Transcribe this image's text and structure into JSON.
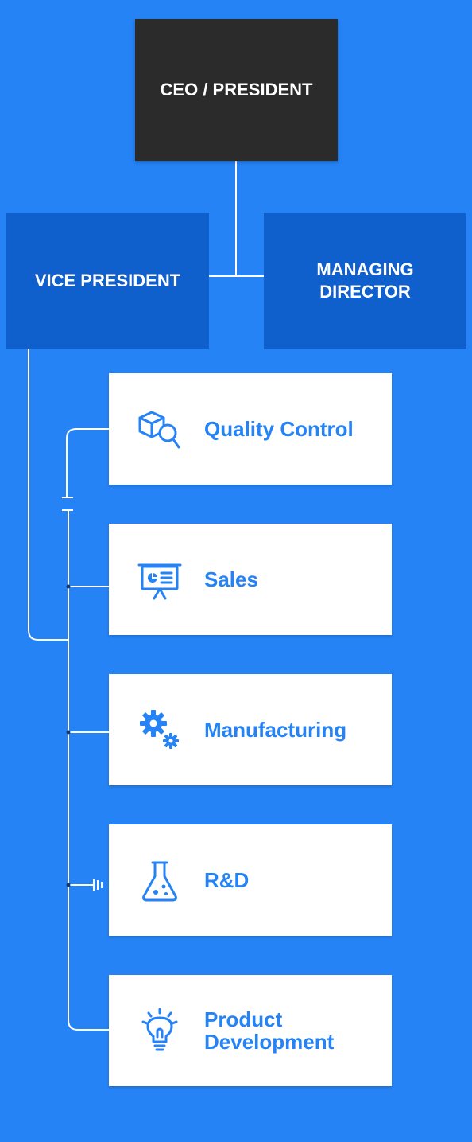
{
  "org": {
    "ceo": "CEO / PRESIDENT",
    "vice_president": "VICE PRESIDENT",
    "managing_director_line1": "MANAGING",
    "managing_director_line2": "DIRECTOR"
  },
  "departments": [
    {
      "label": "Quality Control",
      "icon": "box-magnifier-icon"
    },
    {
      "label": "Sales",
      "icon": "presentation-board-icon"
    },
    {
      "label": "Manufacturing",
      "icon": "gears-icon"
    },
    {
      "label": "R&D",
      "icon": "flask-icon"
    },
    {
      "label_line1": "Product",
      "label_line2": "Development",
      "icon": "lightbulb-icon"
    }
  ],
  "colors": {
    "background": "#2583f5",
    "ceo_box": "#2b2b2b",
    "exec_box": "#0f5fcc",
    "dept_box": "#ffffff",
    "accent": "#2583f5"
  }
}
